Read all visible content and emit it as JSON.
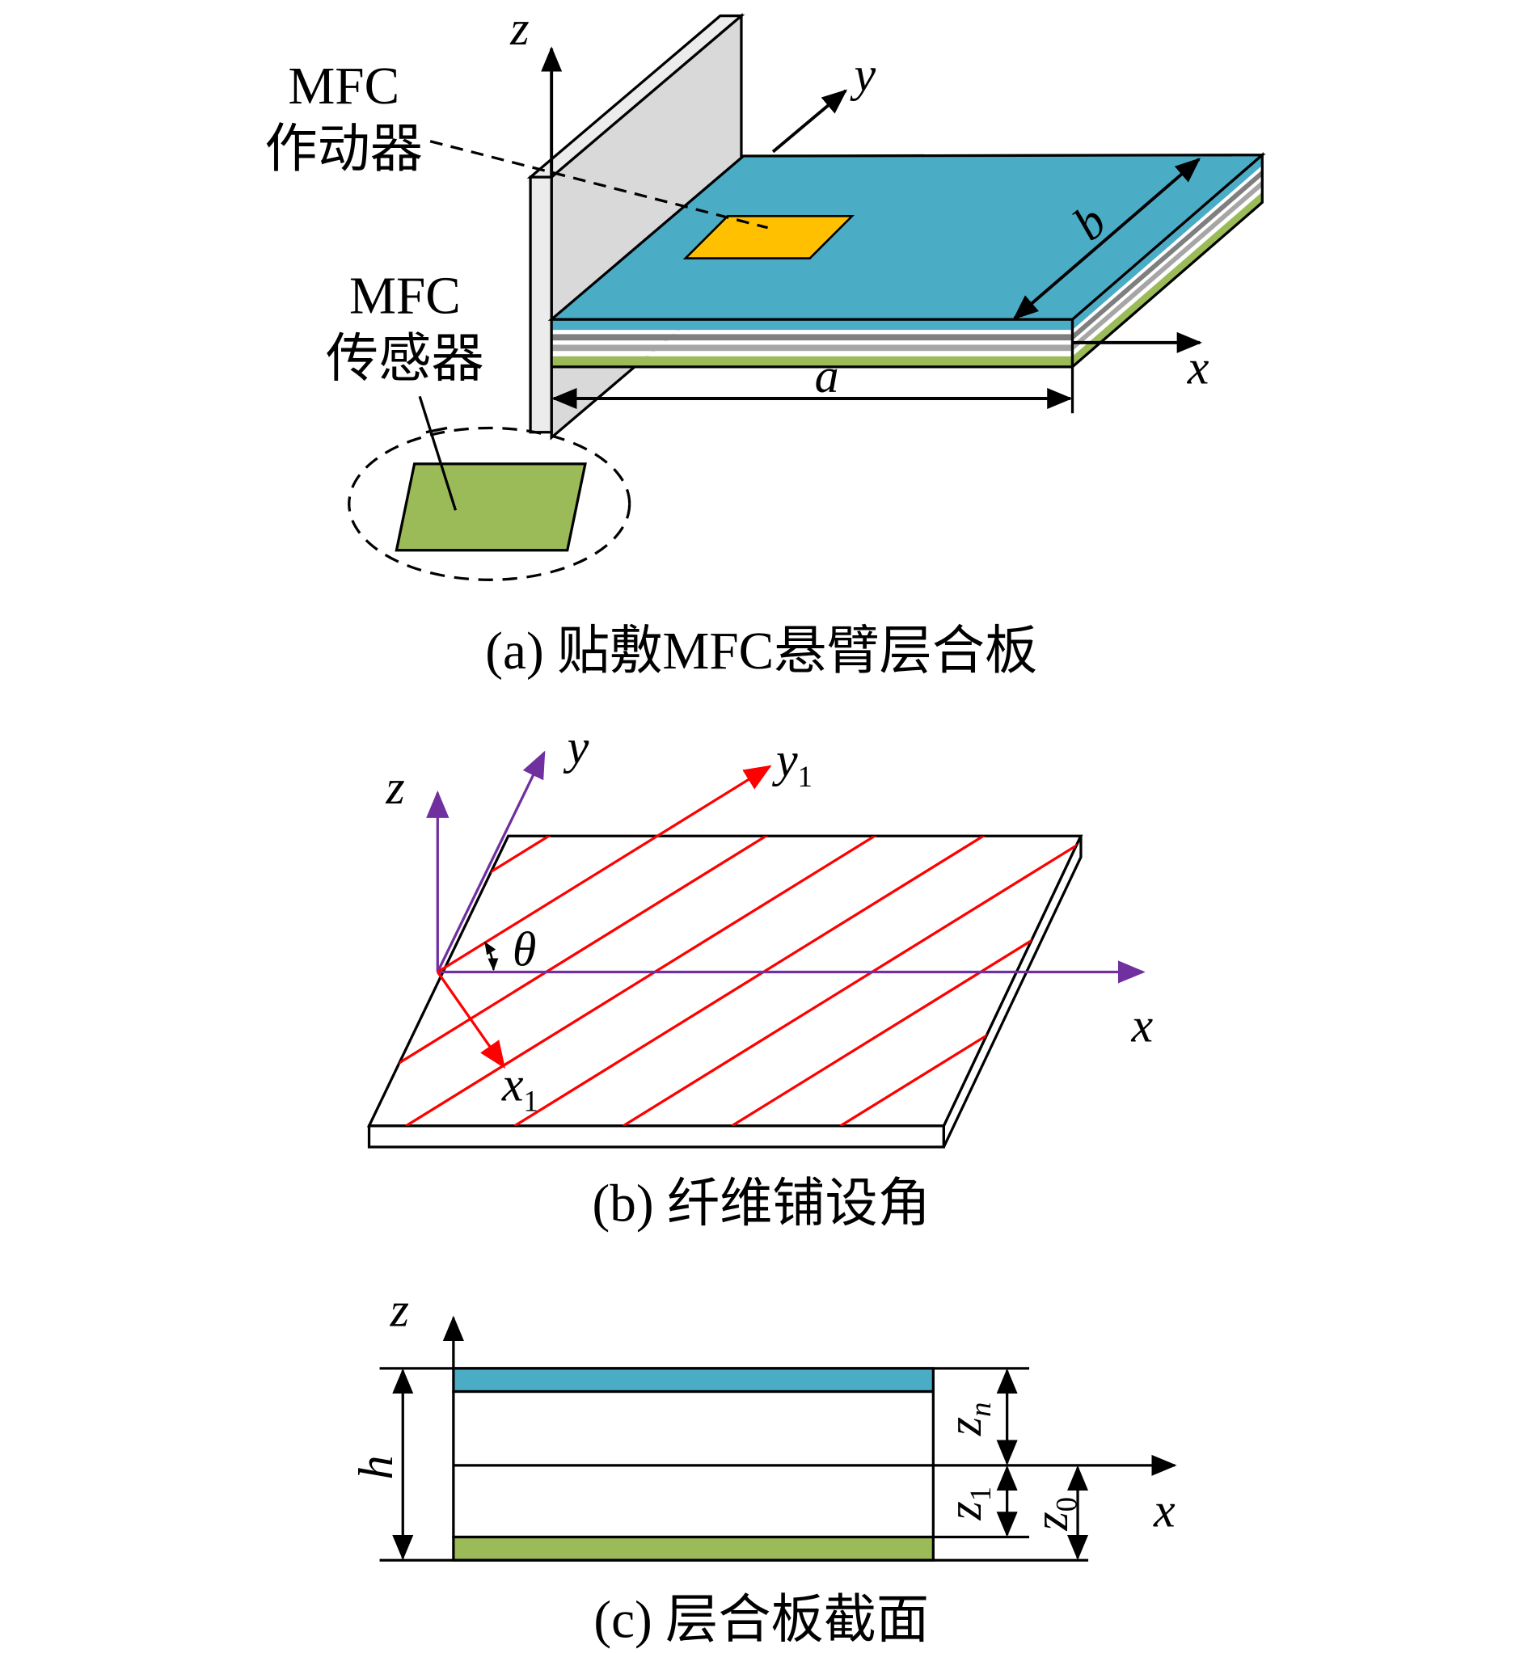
{
  "panel_a": {
    "axis_z": "z",
    "axis_y": "y",
    "axis_x": "x",
    "actuator_label": [
      "MFC",
      "作动器"
    ],
    "sensor_label": [
      "MFC",
      "传感器"
    ],
    "dim_a": "a",
    "dim_b": "b",
    "caption": "(a) 贴敷MFC悬臂层合板"
  },
  "panel_b": {
    "axis_z": "z",
    "axis_y": "y",
    "axis_y1": {
      "base": "y",
      "sub": "1"
    },
    "axis_x": "x",
    "axis_x1": {
      "base": "x",
      "sub": "1"
    },
    "angle": "θ",
    "caption": "(b) 纤维铺设角"
  },
  "panel_c": {
    "axis_z": "z",
    "axis_x": "x",
    "dim_h": "h",
    "dim_zn": {
      "base": "z",
      "sub": "n"
    },
    "dim_z1": {
      "base": "z",
      "sub": "1"
    },
    "dim_z0": {
      "base": "z",
      "sub": "0"
    },
    "caption": "(c) 层合板截面"
  },
  "colors": {
    "top_layer": "#4bacc6",
    "bottom_layer": "#9bbb59",
    "middle_layer_dark": "#7f7f7f",
    "middle_layer_light": "#a6a6a6",
    "actuator": "#ffc000",
    "wall_face": "#d9d9d9",
    "wall_edge": "#ececec",
    "axis_purple": "#7030a0",
    "fiber_red": "#ff0000"
  }
}
